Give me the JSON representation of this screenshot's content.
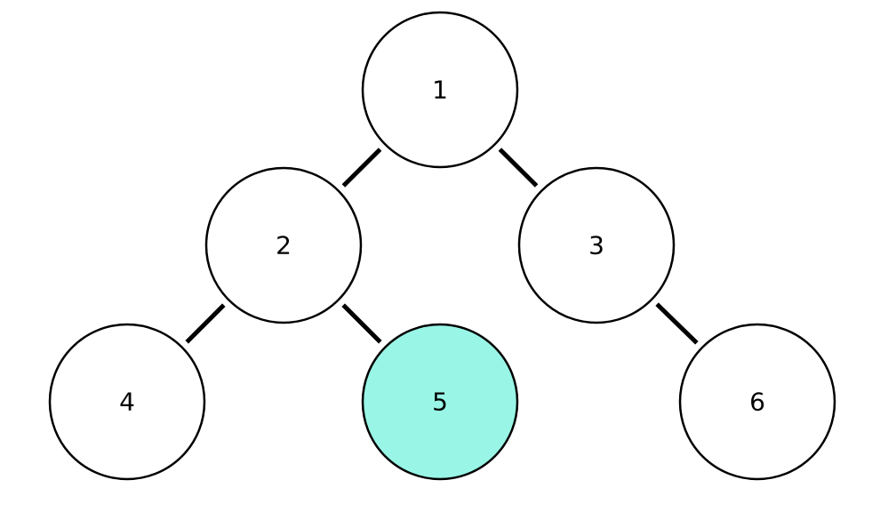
{
  "colors": {
    "node_fill": "#ffffff",
    "highlight_fill": "#99f6e6",
    "stroke": "#000000"
  },
  "tree": {
    "nodes": [
      {
        "id": "1",
        "label": "1",
        "highlighted": false
      },
      {
        "id": "2",
        "label": "2",
        "highlighted": false
      },
      {
        "id": "3",
        "label": "3",
        "highlighted": false
      },
      {
        "id": "4",
        "label": "4",
        "highlighted": false
      },
      {
        "id": "5",
        "label": "5",
        "highlighted": true
      },
      {
        "id": "6",
        "label": "6",
        "highlighted": false
      }
    ],
    "edges": [
      {
        "from": "1",
        "to": "2"
      },
      {
        "from": "1",
        "to": "3"
      },
      {
        "from": "2",
        "to": "4"
      },
      {
        "from": "2",
        "to": "5"
      },
      {
        "from": "3",
        "to": "6"
      }
    ]
  }
}
